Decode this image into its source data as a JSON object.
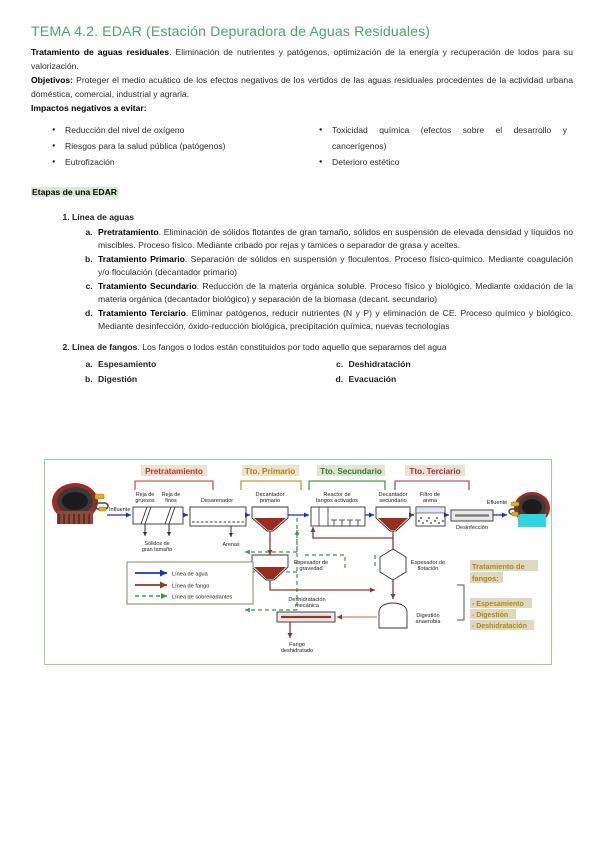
{
  "document": {
    "title": "TEMA 4.2. EDAR  (Estación Depuradora de Aguas Residuales)",
    "title_color": "#4aa76a",
    "intro": {
      "p1_lead": "Tratamiento de aguas residuales",
      "p1_rest": ". Eliminación de nutrientes y patógenos, optimización de la energía y recuperación de lodos para su valorización.",
      "p2_lead": "Objetivos:",
      "p2_rest": " Proteger el medio acuático de los efectos negativos de los vertidos de las aguas residuales procedentes de la actividad urbana doméstica, comercial, industrial y agraria.",
      "p3_lead": "Impactos negativos a evitar",
      "p3_rest": ":"
    },
    "impacts": {
      "left": [
        "Reducción del nivel de oxígeno",
        "Riesgos para la salud pública (patógenos)",
        "Eutrofización"
      ],
      "right": [
        "Toxicidad química (efectos sobre el desarrollo y cancerígenos)",
        "Deterioro estético"
      ]
    },
    "stages_heading": "Etapas de una EDAR",
    "stages": [
      {
        "title": "Línea de aguas",
        "intro": "",
        "items": [
          {
            "name": "Pretratamiento",
            "text": ". Eliminación de sólidos flotantes de gran tamaño, sólidos en suspensión de elevada densidad y líquidos no miscibles. Proceso físico. Mediante cribado por rejas y tamices o separador de grasa y aceites."
          },
          {
            "name": "Tratamiento Primario",
            "text": ". Separación de sólidos en suspensión y floculentos. Proceso físico-químico. Mediante coagulación y/o floculación (decantador primario)"
          },
          {
            "name": "Tratamiento Secundario",
            "text": ". Reducción de la materia orgánica soluble. Proceso físico y biológico. Mediante oxidación de la materia orgánica (decantador biológico) y separación de la biomasa (decant. secundario)"
          },
          {
            "name": "Tratamiento Terciario",
            "text": ". Eliminar patógenos, reducir nutrientes (N y P) y eliminación de CE. Proceso químico y biológico. Mediante desinfección, óxido-reducción biológica, precipitación química, nuevas tecnologías"
          }
        ]
      },
      {
        "title": "Línea de fangos",
        "intro": ". Los fangos o lodos están constituidos por todo aquello que separamos del agua",
        "sub_left": [
          "Espesamiento",
          "Digestión"
        ],
        "sub_right": [
          "Deshidratación",
          "Evacuación"
        ]
      }
    ]
  },
  "diagram": {
    "phase_labels": [
      {
        "text": "Pretratamiento",
        "color": "#c0392b"
      },
      {
        "text": "Tto. Primario",
        "color": "#b8860b"
      },
      {
        "text": "Tto. Secundario",
        "color": "#2e7d32"
      },
      {
        "text": "Tto. Terciario",
        "color": "#a03050"
      }
    ],
    "node_labels": {
      "influente": "Influente",
      "reja_gruesos": "Reja de gruesos",
      "reja_finos": "Reja de finos",
      "solidos": "Sólidos de gran tamaño",
      "desarenador": "Desarenador",
      "arenas": "Arenas",
      "decantador_primario": "Decantador primario",
      "reactor_fangos": "Reactor de fangos activados",
      "decantador_secundario": "Decantador secundario",
      "filtro_arena": "Filtro de arena",
      "desinfeccion": "Desinfección",
      "efluente": "Efluente",
      "espesador_gravedad": "Espesador de gravedad",
      "espesador_flotacion": "Espesador de flotación",
      "deshidratacion": "Deshidratación mecánica",
      "digestion": "Digestión anaerobia",
      "fango_deshidratado": "Fango deshidratado"
    },
    "legend": {
      "items": [
        {
          "label": "Línea de agua",
          "color": "#1a2fd0"
        },
        {
          "label": "Línea de fango",
          "color": "#8b3a2a"
        },
        {
          "label": "Línea de sobrenadantes",
          "color": "#2e9e4a"
        }
      ]
    },
    "fangos_box": {
      "title_line1": "Tratamiento de",
      "title_line2": "fangos:",
      "items": [
        "- Espesamiento",
        "- Digestión",
        "- Deshidratación"
      ],
      "title_color": "#b8860b",
      "highlight": "#ddd8c0"
    }
  }
}
